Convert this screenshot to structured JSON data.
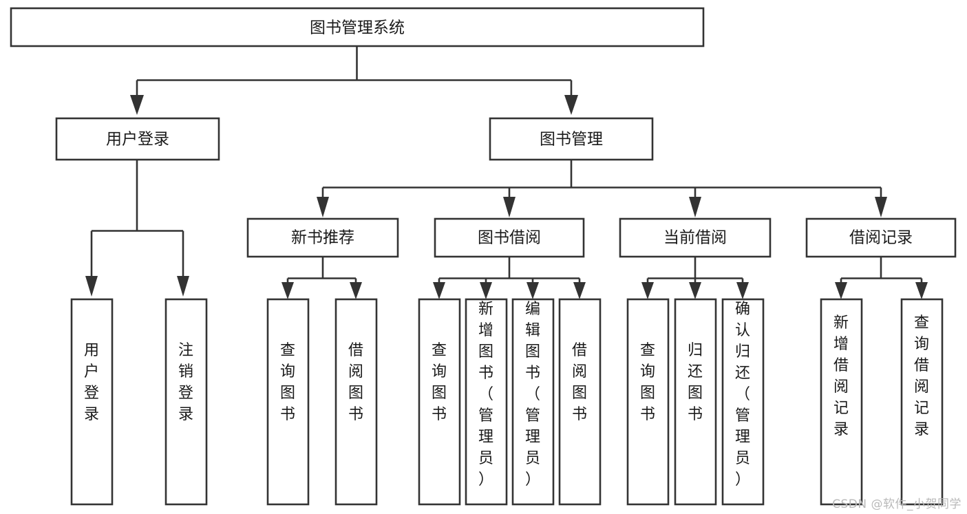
{
  "diagram": {
    "title": "图书管理系统",
    "type": "hierarchy-tree",
    "watermark": "CSDN @软件_小贺同学",
    "colors": {
      "box_stroke": "#333333",
      "box_fill": "#ffffff",
      "text": "#1a1a1a",
      "background": "#ffffff",
      "watermark": "#b9b9b9"
    },
    "levels": {
      "root": {
        "label": "图书管理系统"
      },
      "level1": [
        {
          "id": "user-login",
          "label": "用户登录"
        },
        {
          "id": "book-management",
          "label": "图书管理"
        }
      ],
      "level2": [
        {
          "id": "new-book-recommend",
          "label": "新书推荐",
          "parent": "book-management"
        },
        {
          "id": "book-borrow",
          "label": "图书借阅",
          "parent": "book-management"
        },
        {
          "id": "current-borrow",
          "label": "当前借阅",
          "parent": "book-management"
        },
        {
          "id": "borrow-record",
          "label": "借阅记录",
          "parent": "book-management"
        }
      ],
      "leaves": [
        {
          "id": "leaf-user-login",
          "label": "用户登录",
          "parent": "user-login"
        },
        {
          "id": "leaf-logout-login",
          "label": "注销登录",
          "parent": "user-login"
        },
        {
          "id": "leaf-query-book-1",
          "label": "查询图书",
          "parent": "new-book-recommend"
        },
        {
          "id": "leaf-borrow-book-1",
          "label": "借阅图书",
          "parent": "new-book-recommend"
        },
        {
          "id": "leaf-query-book-2",
          "label": "查询图书",
          "parent": "book-borrow"
        },
        {
          "id": "leaf-add-book",
          "label": "新增图书（管理员）",
          "parent": "book-borrow"
        },
        {
          "id": "leaf-edit-book",
          "label": "编辑图书（管理员）",
          "parent": "book-borrow"
        },
        {
          "id": "leaf-borrow-book-2",
          "label": "借阅图书",
          "parent": "book-borrow"
        },
        {
          "id": "leaf-query-book-3",
          "label": "查询图书",
          "parent": "current-borrow"
        },
        {
          "id": "leaf-return-book",
          "label": "归还图书",
          "parent": "current-borrow"
        },
        {
          "id": "leaf-confirm-return",
          "label": "确认归还（管理员）",
          "parent": "current-borrow"
        },
        {
          "id": "leaf-add-record",
          "label": "新增借阅记录",
          "parent": "borrow-record"
        },
        {
          "id": "leaf-query-record",
          "label": "查询借阅记录",
          "parent": "borrow-record"
        }
      ]
    }
  }
}
